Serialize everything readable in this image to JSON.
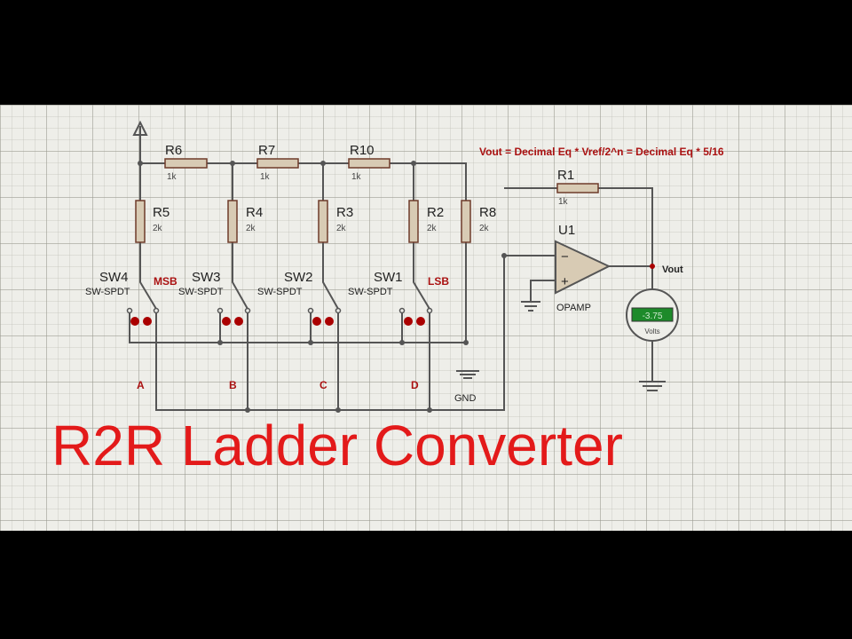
{
  "title": "R2R Ladder Converter",
  "formula": "Vout = Decimal Eq * Vref/2^n = Decimal Eq * 5/16",
  "resistors": {
    "r6": {
      "name": "R6",
      "value": "1k"
    },
    "r7": {
      "name": "R7",
      "value": "1k"
    },
    "r10": {
      "name": "R10",
      "value": "1k"
    },
    "r5": {
      "name": "R5",
      "value": "2k"
    },
    "r4": {
      "name": "R4",
      "value": "2k"
    },
    "r3": {
      "name": "R3",
      "value": "2k"
    },
    "r2": {
      "name": "R2",
      "value": "2k"
    },
    "r8": {
      "name": "R8",
      "value": "2k"
    },
    "r1": {
      "name": "R1",
      "value": "1k"
    }
  },
  "switches": {
    "sw4": {
      "name": "SW4",
      "type": "SW-SPDT"
    },
    "sw3": {
      "name": "SW3",
      "type": "SW-SPDT"
    },
    "sw2": {
      "name": "SW2",
      "type": "SW-SPDT"
    },
    "sw1": {
      "name": "SW1",
      "type": "SW-SPDT"
    }
  },
  "msb_label": "MSB",
  "lsb_label": "LSB",
  "bit_labels": [
    "A",
    "B",
    "C",
    "D"
  ],
  "gnd_label": "GND",
  "opamp": {
    "name": "U1",
    "type": "OPAMP",
    "minus": "−",
    "plus": "+"
  },
  "vout_label": "Vout",
  "meter": {
    "reading": "-3.75",
    "unit": "Volts"
  },
  "colors": {
    "title": "#e31a1a",
    "annotation": "#a11111",
    "meter_display": "#1d8a2a"
  }
}
